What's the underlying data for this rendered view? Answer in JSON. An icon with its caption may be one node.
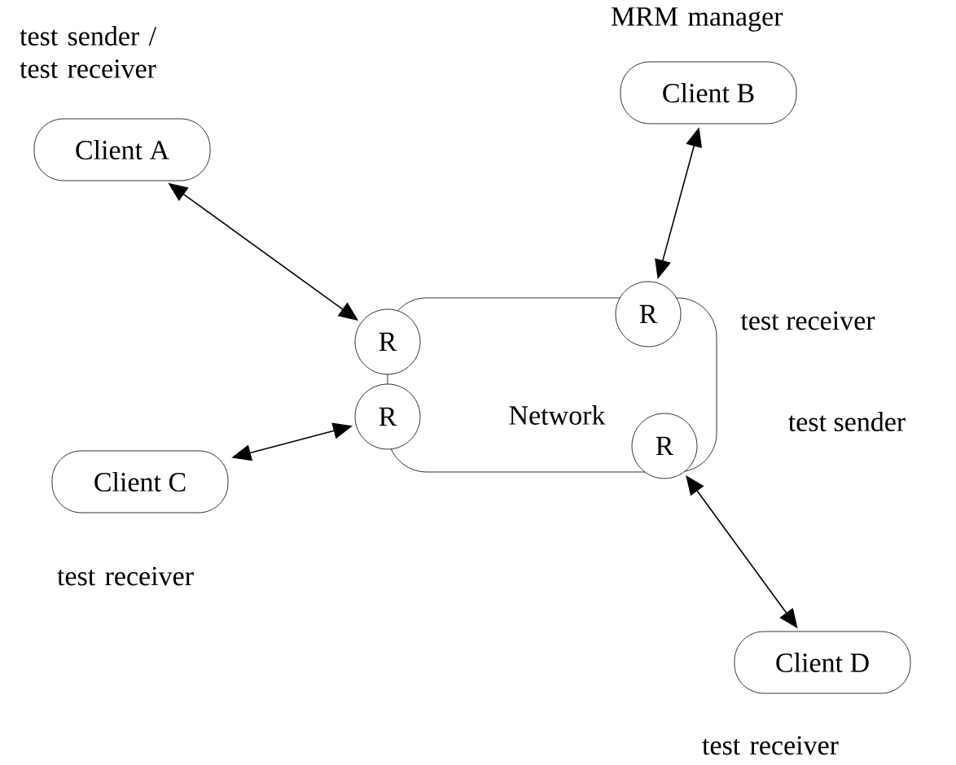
{
  "diagram": {
    "nodes": [
      {
        "text": [
          "Client A"
        ],
        "beside": [
          "test sender / test receiver"
        ]
      },
      {
        "text": [
          "Client B"
        ],
        "beside": [
          "MRM manager"
        ]
      },
      {
        "text": [
          "R"
        ]
      },
      {
        "text": [
          "R"
        ]
      },
      {
        "text": [
          "Network"
        ]
      },
      {
        "text": [
          "R"
        ]
      },
      {
        "text": [
          "R"
        ]
      },
      {
        "text": [
          "Client C"
        ],
        "beside": [
          "test receiver"
        ]
      },
      {
        "text": [
          "Client D"
        ],
        "beside": [
          "test receiver"
        ]
      }
    ],
    "labels": [
      "test receiver",
      "test sender"
    ],
    "edges": [
      {
        "from": 0,
        "to": 3,
        "arrow": "both"
      },
      {
        "from": 1,
        "to": 2,
        "arrow": "both"
      },
      {
        "from": 7,
        "to": 5,
        "arrow": "both"
      },
      {
        "from": 8,
        "to": 6,
        "arrow": "both"
      }
    ]
  }
}
